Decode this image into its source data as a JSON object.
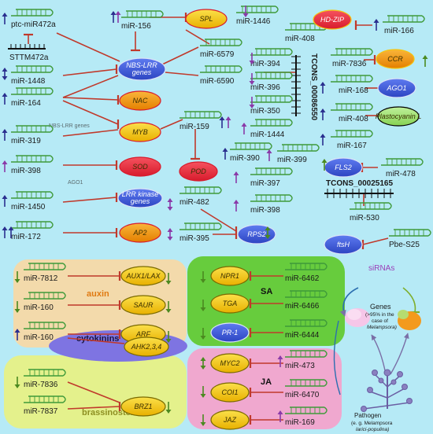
{
  "colors": {
    "background": "#b6eaf6",
    "mirna_stem": "#3f9a3a",
    "inhibit": "#c0392b",
    "up_arrow": "#2a2f8f",
    "down_arrow": "#8a3aa8",
    "green_arrow": "#4b8a20",
    "gene_yellow": "#f5c40f",
    "gene_orange": "#f29b0e",
    "gene_red": "#ea2f3e",
    "gene_blue": "#3f5ad8",
    "gene_light": "#dbe3f7",
    "auxin_bg": "#f7d9a6",
    "sa_bg": "#67cc3d",
    "ja_bg": "#f0a8cf",
    "cyto_bg": "#7e74e2",
    "brass_bg": "#e4f18c"
  },
  "mirnas": {
    "ptc472a": "ptc-miR472a",
    "stm": "STTM472a",
    "m156": "miR-156",
    "m1446": "miR-1446",
    "m408a": "miR-408",
    "m166": "miR-166",
    "m1448": "miR-1448",
    "m6579": "miR-6579",
    "m394": "miR-394",
    "m7836a": "miR-7836",
    "m6590": "miR-6590",
    "m396": "miR-396",
    "m168": "miR-168",
    "m164": "miR-164",
    "m350": "miR-350",
    "m408b": "miR-408",
    "m319": "miR-319",
    "m159": "miR-159",
    "m1444": "miR-1444",
    "m167": "miR-167",
    "m390": "miR-390",
    "m399": "miR-399",
    "m478": "miR-478",
    "m398a": "miR-398",
    "m397": "miR-397",
    "m1450": "miR-1450",
    "m482": "miR-482",
    "m398b": "miR-398",
    "m530": "miR-530",
    "m172": "miR-172",
    "m395": "miR-395",
    "pbe": "Pbe-S25",
    "m7812": "miR-7812",
    "m160a": "miR-160",
    "m160b": "miR-160",
    "m7836b": "miR-7836",
    "m7837": "miR-7837",
    "m6462": "miR-6462",
    "m6466": "miR-6466",
    "m6444": "miR-6444",
    "m473": "miR-473",
    "m6470": "miR-6470",
    "m169": "miR-169",
    "tcons1": "TCONS_00086550",
    "tcons2": "TCONS_00025165"
  },
  "genes": {
    "spl": "SPL",
    "hdzip": "HD-ZIP",
    "nbs": "NBS-LRR genes",
    "ccr": "CCR",
    "nac": "NAC",
    "ago1": "AGO1",
    "plasto": "Plastocyanin L",
    "myb": "MYB",
    "fls2": "FLS2",
    "sod": "SOD",
    "pod": "POD",
    "lrr": "LRR kinase genes",
    "rps2": "RPS2",
    "ap2": "AP2",
    "ftsh": "ftsH",
    "aux1": "AUX1/LAX",
    "saur": "SAUR",
    "arf": "ARF",
    "ahk": "AHK2,3,4",
    "brz1": "BRZ1",
    "npr1": "NPR1",
    "tga": "TGA",
    "pr1": "PR-1",
    "myc2": "MYC2",
    "coi1": "COI1",
    "jaz": "JAZ"
  },
  "faded": {
    "nbs": "NBS-LRR genes",
    "ago": "AGO1"
  },
  "regions": {
    "auxin": "auxin",
    "cytokinins": "cytokinins",
    "brassinosteroids": "brassinosteroids",
    "sa": "SA",
    "ja": "JA"
  },
  "legend": {
    "sirnas": "siRNAs",
    "genes": "Genes",
    "genes_note1": "(>95% in the",
    "genes_note2": "case of",
    "genes_note3": "Melampsora)",
    "pathogen": "Pathogen",
    "pathogen_note1": "(e. g. Melampsora",
    "pathogen_note2": "larici-populina)"
  }
}
